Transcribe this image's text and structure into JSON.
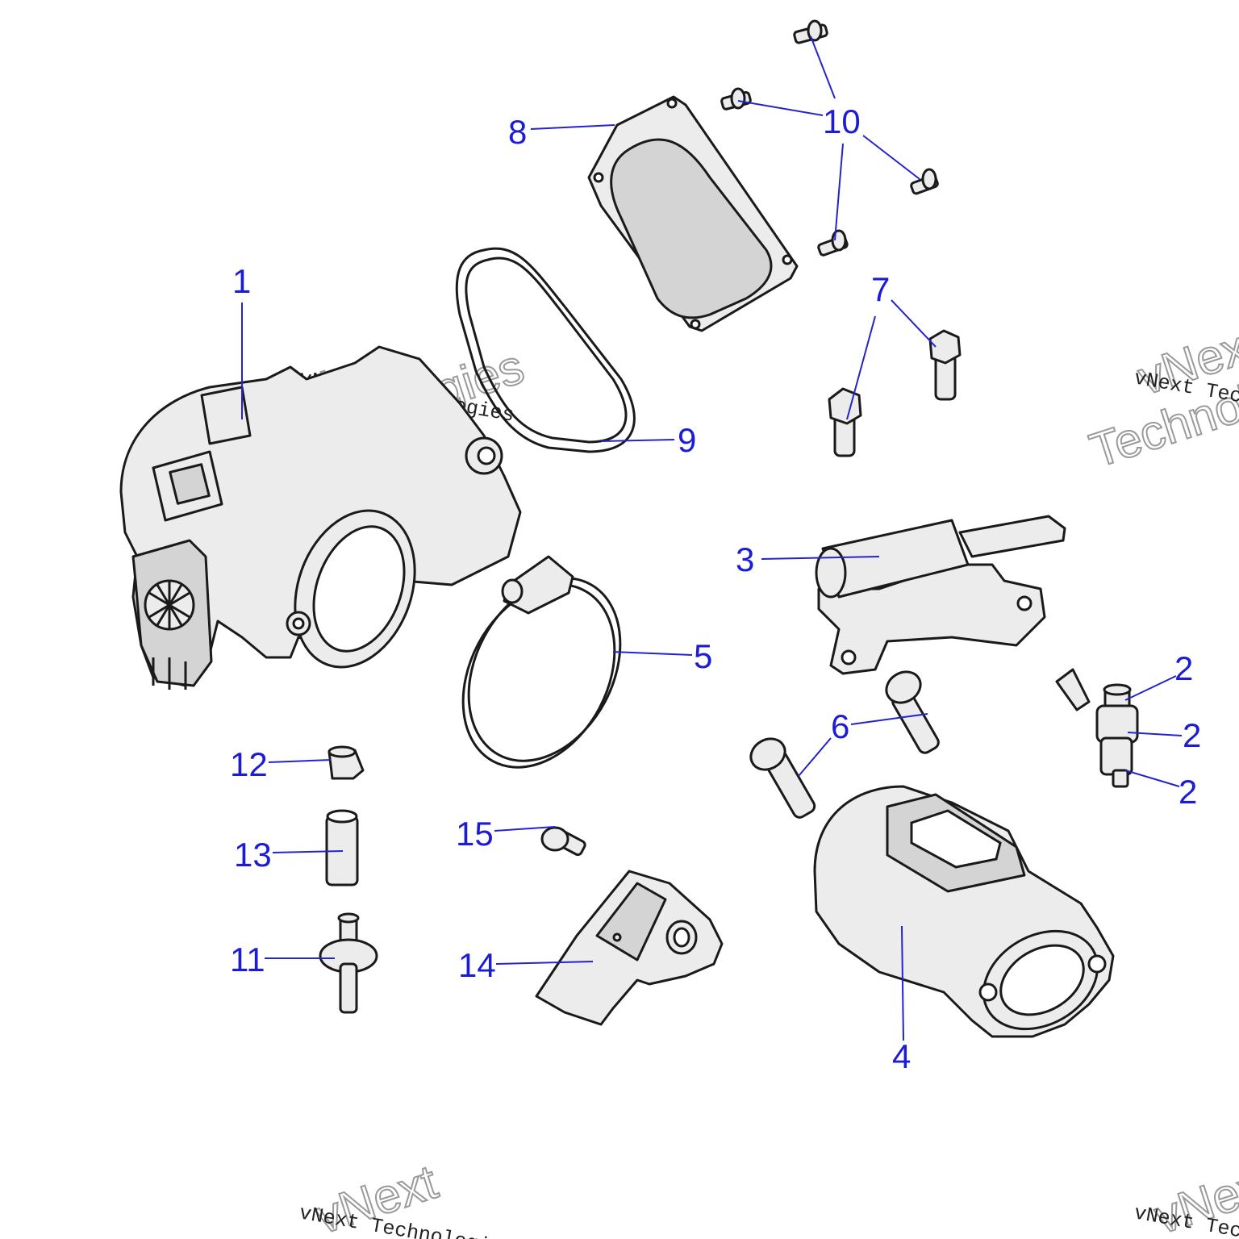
{
  "callouts": {
    "c1": "1",
    "c2a": "2",
    "c2b": "2",
    "c2c": "2",
    "c3": "3",
    "c4": "4",
    "c5": "5",
    "c6": "6",
    "c7": "7",
    "c8": "8",
    "c9": "9",
    "c10": "10",
    "c11": "11",
    "c12": "12",
    "c13": "13",
    "c14": "14",
    "c15": "15"
  },
  "watermark": {
    "line_small": "vNext Technologies",
    "line_big_1": "vNext",
    "line_big_2": "Technologies"
  },
  "colors": {
    "callout": "#1c1cd6",
    "leader": "#2424c8",
    "part_fill": "#ececec",
    "outline": "#1a1a1a"
  }
}
